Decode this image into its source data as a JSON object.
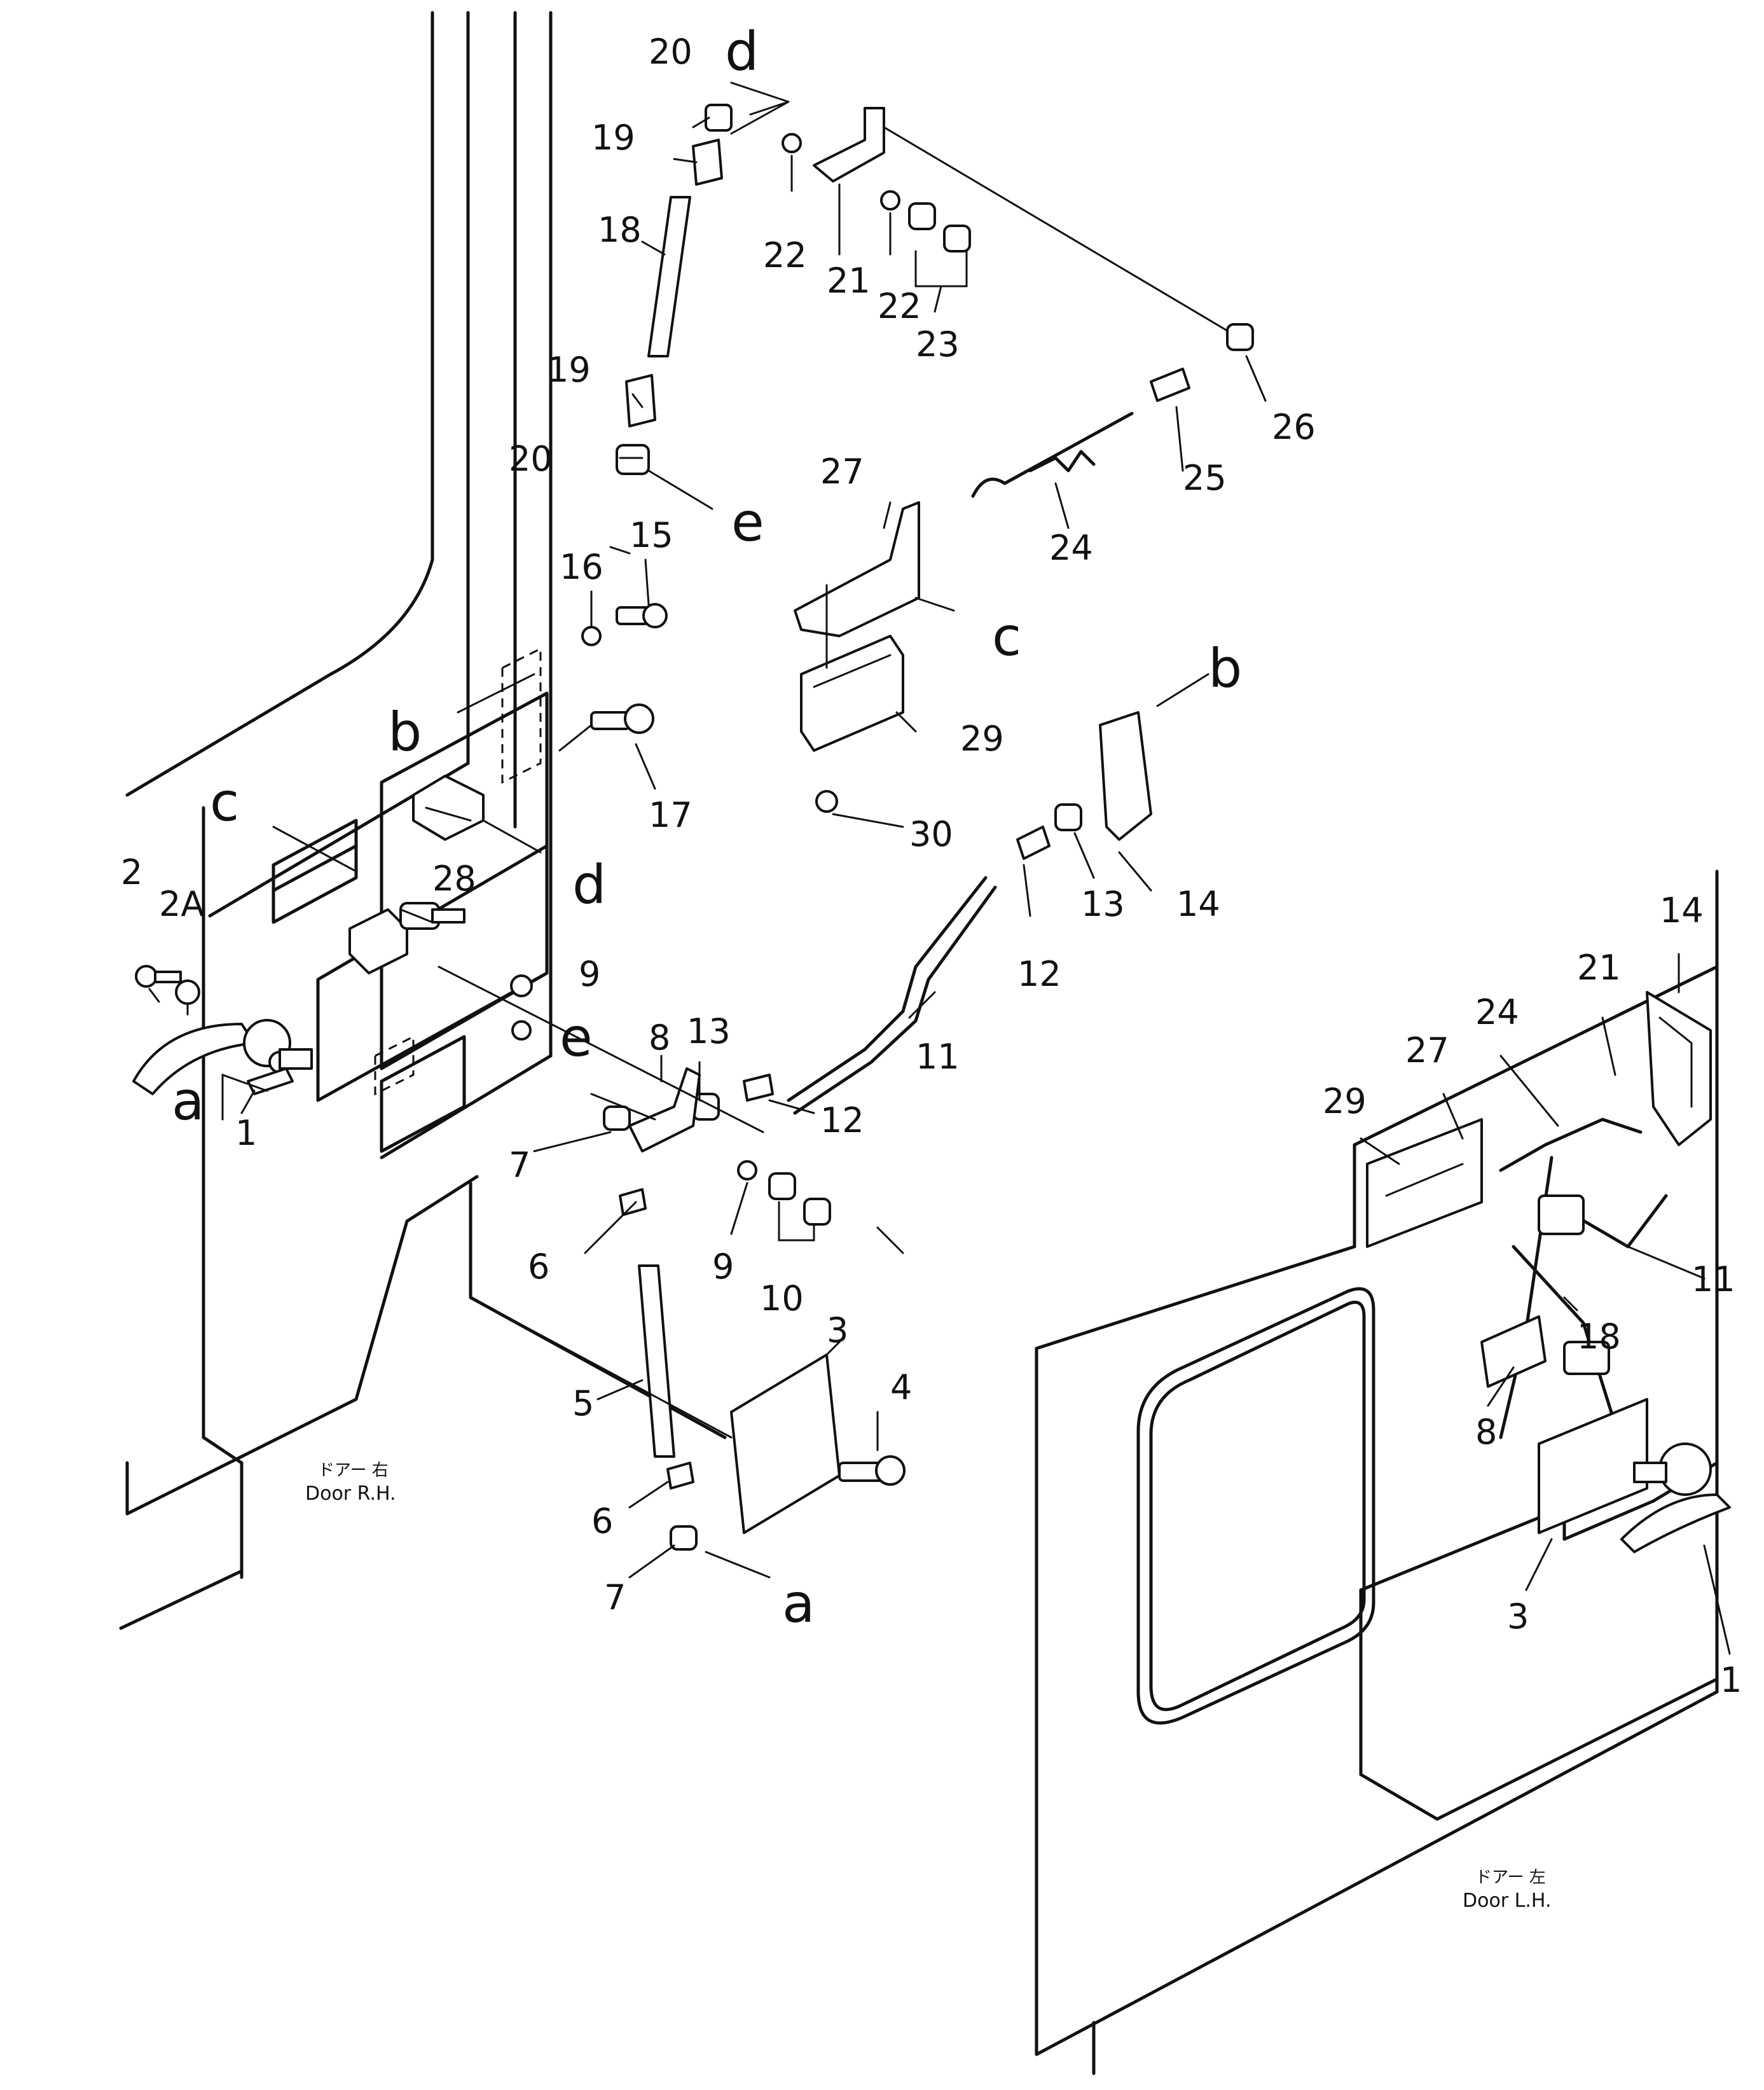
{
  "captions": {
    "rh_jp": "ドアー 右",
    "rh_en": "Door R.H.",
    "lh_jp": "ドアー 左",
    "lh_en": "Door L.H."
  },
  "callouts": [
    "1",
    "2",
    "2A",
    "3",
    "4",
    "5",
    "6",
    "6",
    "7",
    "7",
    "8",
    "9",
    "9",
    "10",
    "11",
    "12",
    "12",
    "13",
    "13",
    "14",
    "15",
    "16",
    "17",
    "18",
    "19",
    "19",
    "20",
    "20",
    "21",
    "22",
    "22",
    "23",
    "24",
    "25",
    "26",
    "27",
    "28",
    "29",
    "30",
    "1",
    "3",
    "8",
    "11",
    "14",
    "18",
    "21",
    "24",
    "27",
    "29"
  ],
  "reference_letters": [
    "a",
    "a",
    "b",
    "b",
    "c",
    "c",
    "d",
    "d",
    "e",
    "e"
  ]
}
